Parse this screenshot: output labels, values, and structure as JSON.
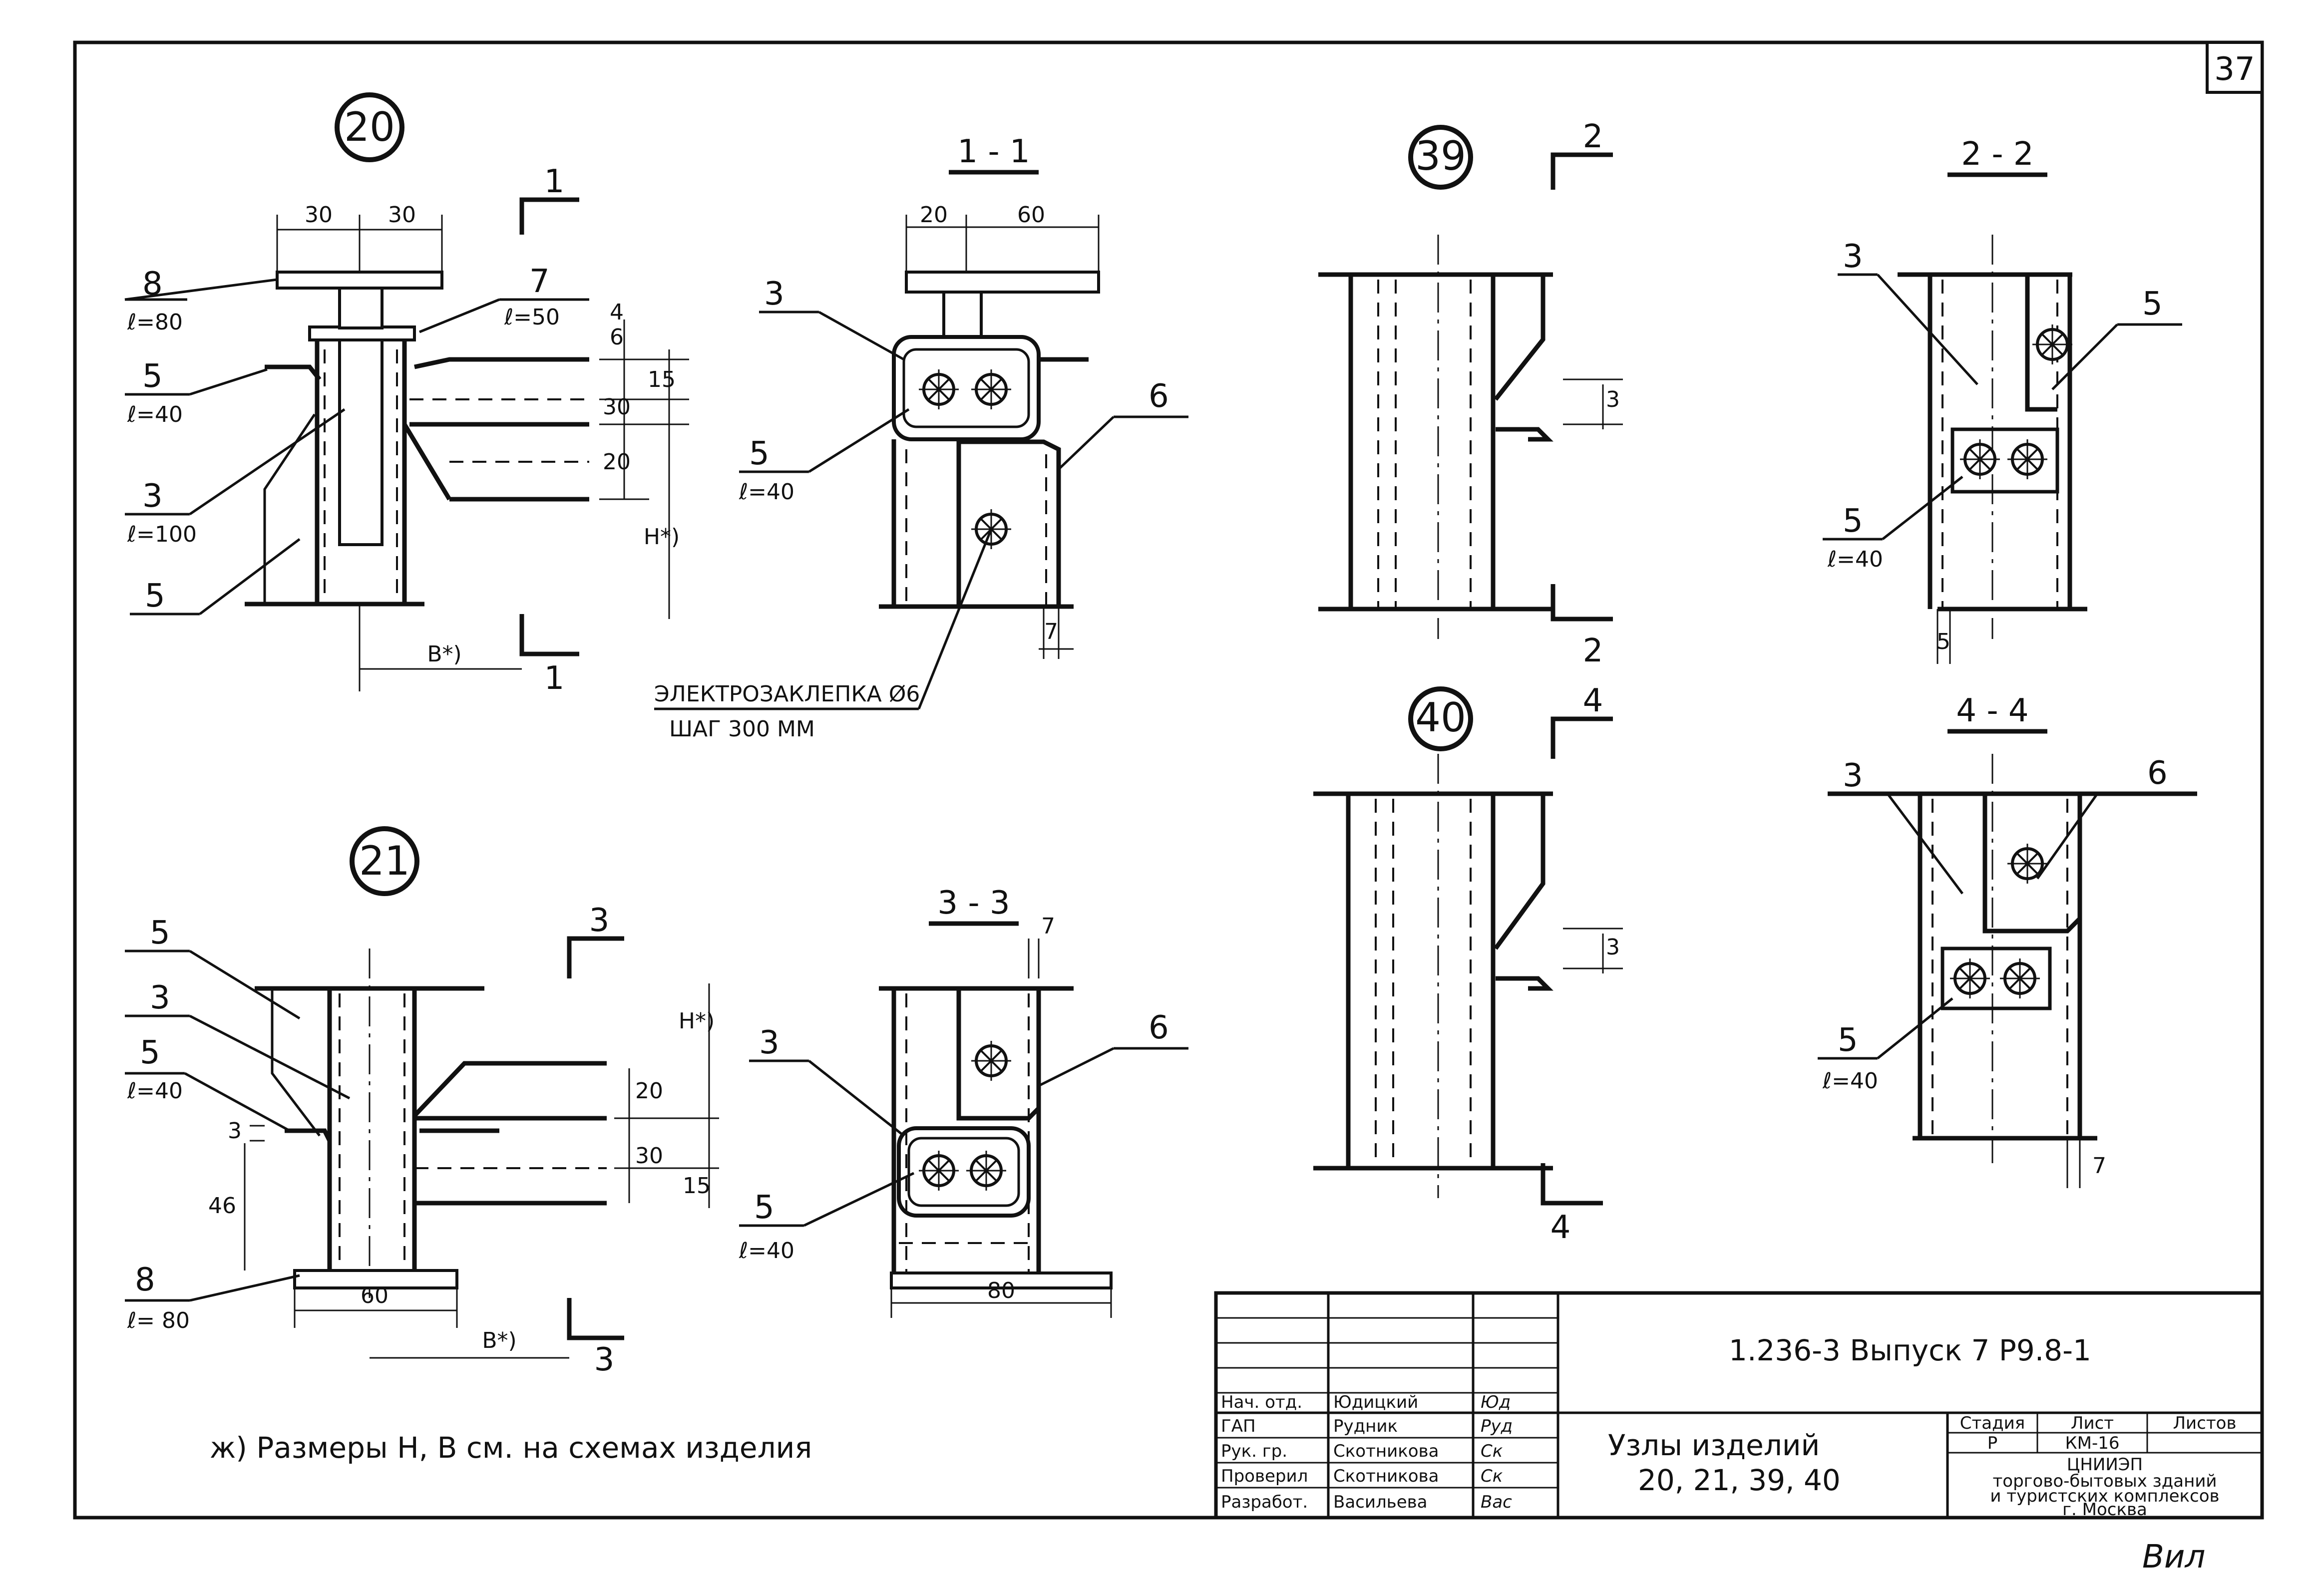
{
  "sheet": {
    "page_number": "37",
    "footnote": "ж) Размеры Н, В см. на схемах изделия",
    "signature": "Вил"
  },
  "nodes": {
    "n20": {
      "number": "20",
      "labels": {
        "l8": "8",
        "l8l": "ℓ=80",
        "l7": "7",
        "l7l": "ℓ=50",
        "l5": "5",
        "l5l": "ℓ=40",
        "l3": "3",
        "l3l": "ℓ=100",
        "l5b": "5"
      },
      "dims": {
        "d30a": "30",
        "d30b": "30",
        "d6": "6",
        "d4": "4",
        "d15": "15",
        "d30v": "30",
        "d20": "20",
        "dH": "H*)",
        "dB": "B*)"
      },
      "sec1": "1",
      "sec1b": "1"
    },
    "n21": {
      "number": "21",
      "labels": {
        "l5": "5",
        "l3": "3",
        "l5b": "5",
        "l5bl": "ℓ=40",
        "l8": "8",
        "l8l": "ℓ= 80"
      },
      "dims": {
        "d3": "3",
        "d46": "46",
        "d60": "60",
        "d20": "20",
        "d30": "30",
        "d15": "15",
        "dH": "H*)",
        "dB": "B*)"
      },
      "sec3": "3",
      "sec3b": "3"
    },
    "n39": {
      "number": "39",
      "dims": {
        "d3": "3"
      },
      "sec2": "2",
      "sec2b": "2"
    },
    "n40": {
      "number": "40",
      "dims": {
        "d3": "3"
      },
      "sec4": "4",
      "sec4b": "4"
    }
  },
  "sections": {
    "s11": {
      "title": "1 - 1",
      "labels": {
        "l3": "3",
        "l5": "5",
        "l5l": "ℓ=40",
        "l6": "6"
      },
      "dims": {
        "d20": "20",
        "d60": "60",
        "d7": "7"
      },
      "rivet_note": "ЭЛЕКТРОЗАКЛЕПКА Ø6",
      "rivet_step": "ШАГ 300 ММ"
    },
    "s33": {
      "title": "3 - 3",
      "labels": {
        "l3": "3",
        "l5": "5",
        "l5l": "ℓ=40",
        "l6": "6"
      },
      "dims": {
        "d7": "7",
        "d80": "80"
      }
    },
    "s22": {
      "title": "2 - 2",
      "labels": {
        "l3": "3",
        "l5": "5",
        "l5b": "5",
        "l5bl": "ℓ=40"
      },
      "dims": {
        "d5": "5"
      }
    },
    "s44": {
      "title": "4 - 4",
      "labels": {
        "l3": "3",
        "l6": "6",
        "l5": "5",
        "l5l": "ℓ=40"
      },
      "dims": {
        "d7": "7"
      }
    }
  },
  "title_block": {
    "designation": "1.236-3  Выпуск 7     Р9.8-1",
    "title_line1": "Узлы  изделий",
    "title_line2": "20, 21, 39, 40",
    "stage_header": "Стадия",
    "sheet_header": "Лист",
    "sheets_header": "Листов",
    "stage_value": "Р",
    "sheet_value": "КМ-16",
    "org_line1": "ЦНИИЭП",
    "org_line2": "торгово-бытовых зданий",
    "org_line3": "и туристских комплексов",
    "org_line4": "г. Москва",
    "staff": [
      {
        "role": "Нач. отд.",
        "name": "Юдицкий",
        "sign": "Юд"
      },
      {
        "role": "ГАП",
        "name": "Рудник",
        "sign": "Руд"
      },
      {
        "role": "Рук. гр.",
        "name": "Скотникова",
        "sign": "Ск"
      },
      {
        "role": "Проверил",
        "name": "Скотникова",
        "sign": "Ск"
      },
      {
        "role": "Разработ.",
        "name": "Васильева",
        "sign": "Вас"
      }
    ]
  }
}
